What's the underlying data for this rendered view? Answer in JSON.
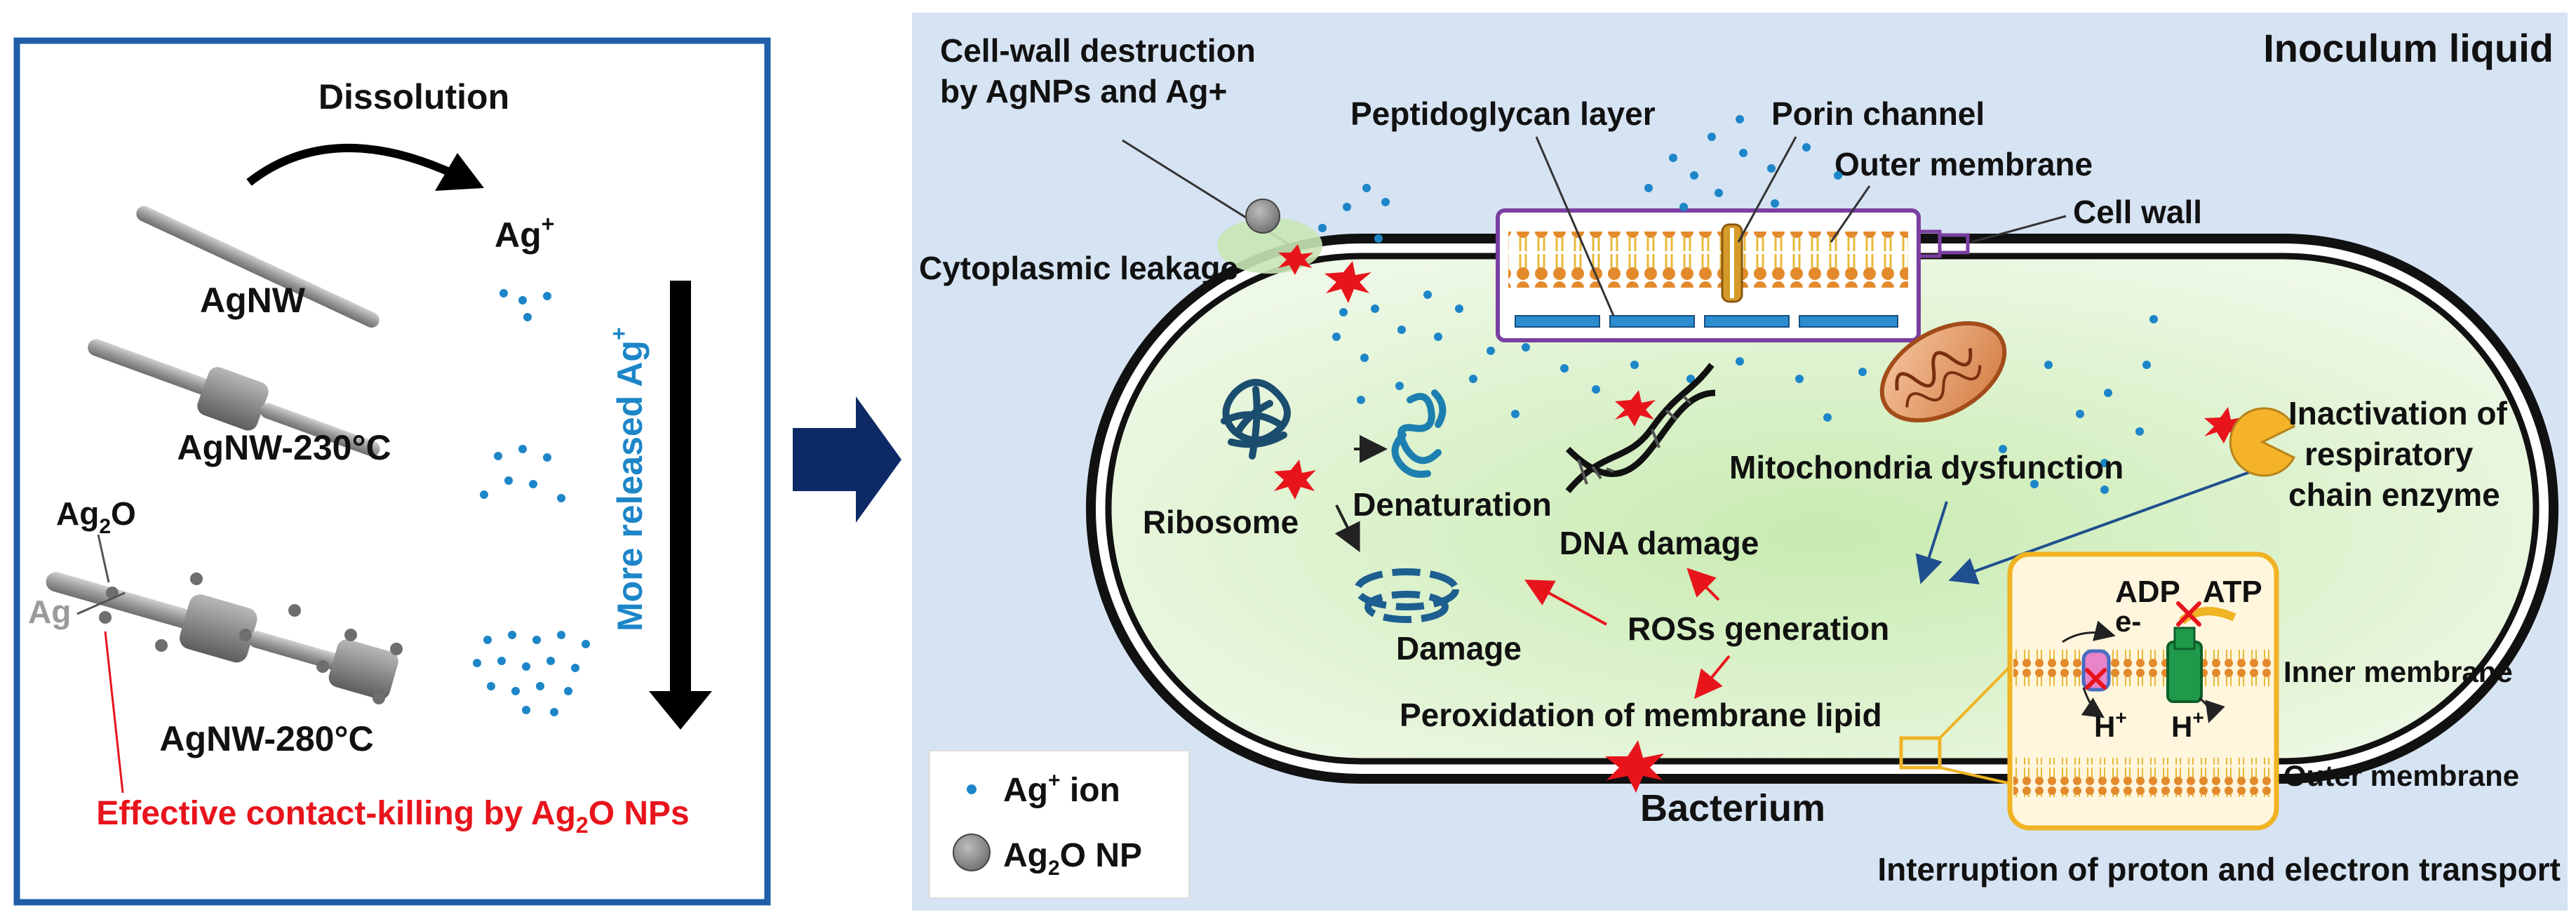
{
  "left_panel": {
    "dissolution": "Dissolution",
    "ag_plus": "Ag",
    "ag_plus_sup": "+",
    "agnw": "AgNW",
    "agnw_230": "AgNW-230°C",
    "agnw_280": "AgNW-280°C",
    "ag2o_label_a": "Ag",
    "ag2o_label_sub": "2",
    "ag2o_label_b": "O",
    "ag_label": "Ag",
    "more_released": "More released Ag",
    "more_released_sup": "+",
    "effective_a": "Effective contact-killing by Ag",
    "effective_sub": "2",
    "effective_b": "O NPs"
  },
  "right_panel": {
    "inoculum": "Inoculum liquid",
    "cell_wall_destruction_1": "Cell-wall destruction",
    "cell_wall_destruction_2": "by AgNPs and Ag+",
    "peptidoglycan": "Peptidoglycan layer",
    "porin": "Porin channel",
    "outer_membrane_top": "Outer membrane",
    "cell_wall": "Cell wall",
    "cytoplasmic_leakage": "Cytoplasmic leakage",
    "ribosome": "Ribosome",
    "denaturation": "Denaturation",
    "dna_damage": "DNA damage",
    "mitochondria": "Mitochondria dysfunction",
    "inactivation_1": "Inactivation of",
    "inactivation_2": "respiratory",
    "inactivation_3": "chain enzyme",
    "damage": "Damage",
    "ros": "ROSs generation",
    "peroxidation": "Peroxidation of membrane lipid",
    "bacterium": "Bacterium",
    "adp": "ADP",
    "atp": "ATP",
    "e_minus": "e-",
    "h_plus": "H",
    "h_plus_sup": "+",
    "inner_membrane": "Inner membrane",
    "outer_membrane_bottom": "Outer membrane",
    "interruption": "Interruption of proton and electron transport",
    "legend_ag_ion_a": "Ag",
    "legend_ag_ion_sup": "+",
    "legend_ag_ion_b": " ion",
    "legend_ag2o_a": "Ag",
    "legend_ag2o_sub": "2",
    "legend_ag2o_b": "O NP"
  },
  "colors": {
    "frame_blue": "#1f5fa8",
    "navy_arrow": "#0d2a66",
    "panel_bg": "#d6e3f3",
    "cell_fill": "#dff2cf",
    "ion_blue": "#1d86c8",
    "red_text": "#e8141c",
    "purple_box": "#7b3fa0",
    "inset_yellow": "#f0b323"
  }
}
